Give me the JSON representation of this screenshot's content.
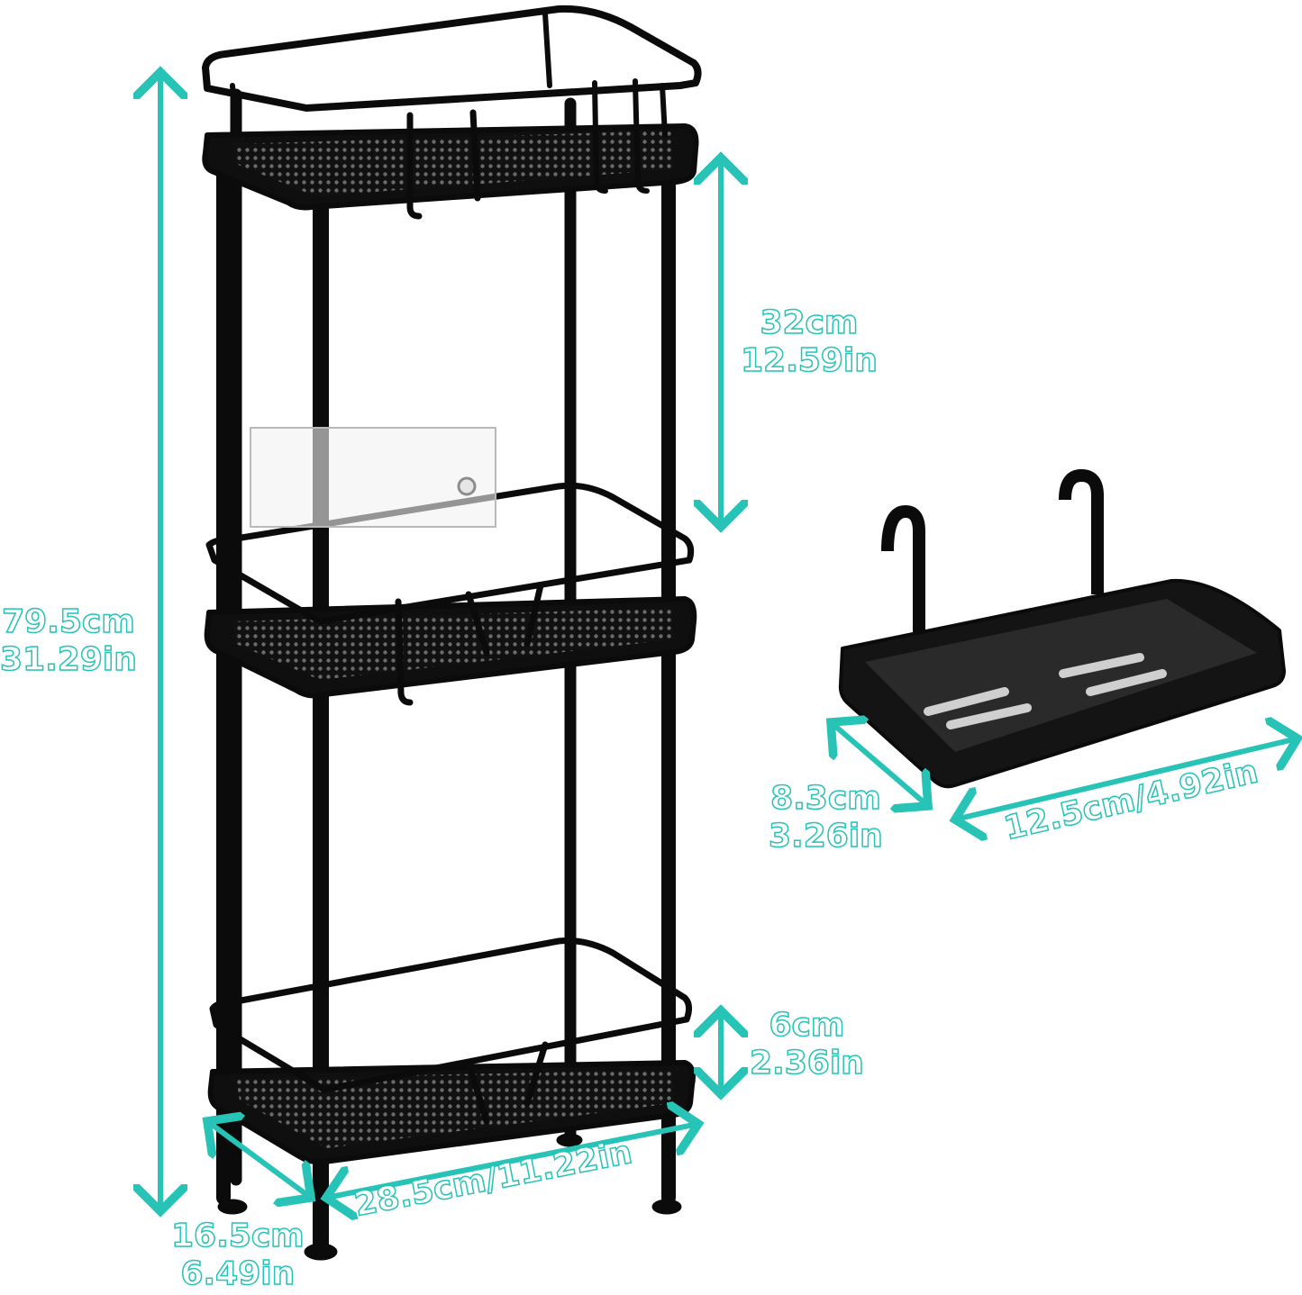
{
  "accent_color": "#27c3b7",
  "product_color": "#0b0b0b",
  "dimensions": {
    "total_height": {
      "cm": "79.5cm",
      "in": "31.29in"
    },
    "shelf_spacing": {
      "cm": "32cm",
      "in": "12.59in"
    },
    "rail_height": {
      "cm": "6cm",
      "in": "2.36in"
    },
    "rack_depth": {
      "cm": "16.5cm",
      "in": "6.49in"
    },
    "rack_width": {
      "label": "28.5cm/11.22in"
    },
    "tray_depth": {
      "cm": "8.3cm",
      "in": "3.26in"
    },
    "tray_width": {
      "label": "12.5cm/4.92in"
    }
  }
}
